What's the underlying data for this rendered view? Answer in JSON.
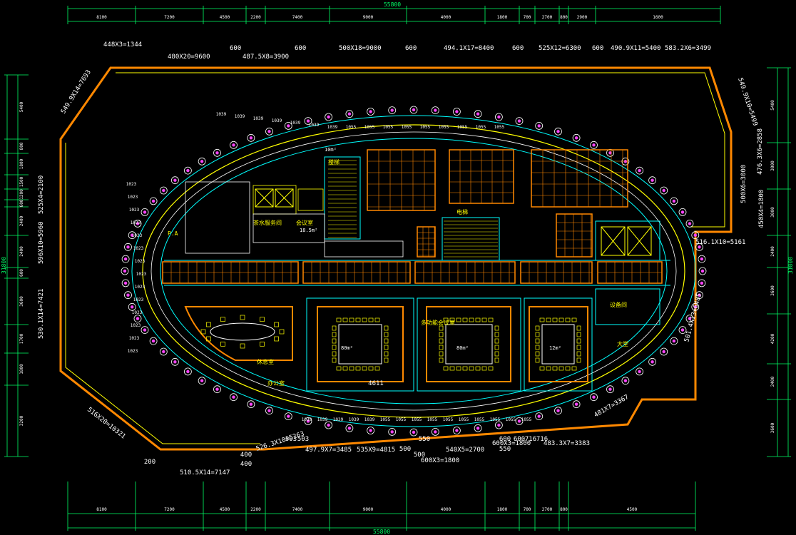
{
  "colors": {
    "background": "#000000",
    "dimension": "#00ff66",
    "wall_yellow": "#ffff00",
    "orange_grid": "#ff8800",
    "cyan": "#00ffff",
    "magenta": "#ff44ff",
    "white": "#ffffff"
  },
  "top_dims": {
    "total": "55800",
    "segments": [
      "8100",
      "7200",
      "4500",
      "2200",
      "7400",
      "9000",
      "4000",
      "1800",
      "700",
      "2700",
      "800",
      "2900",
      "1600"
    ]
  },
  "bottom_dims": {
    "total": "55800",
    "segments": [
      "8100",
      "7200",
      "4500",
      "2200",
      "7400",
      "9000",
      "4000",
      "1800",
      "700",
      "2700",
      "800",
      "4500"
    ]
  },
  "left_dims": {
    "total": "31800",
    "segments": [
      "5400",
      "800",
      "1800",
      "1500",
      "1200",
      "600",
      "2400",
      "2400",
      "600",
      "3600",
      "1700",
      "1800",
      "3200"
    ]
  },
  "right_dims": {
    "total": "31800",
    "segments": [
      "5400",
      "3000",
      "3000",
      "2400",
      "3600",
      "4200",
      "2400",
      "3600"
    ]
  },
  "perimeter_dims": {
    "top1": "448X3=1344",
    "top2": "480X20=9600",
    "top3": "600",
    "top4": "487.5X8=3900",
    "top5": "600",
    "top6": "500X18=9000",
    "top7": "600",
    "top8": "494.1X17=8400",
    "top9": "600",
    "top10": "525X12=6300",
    "top11": "600",
    "top12": "490.9X11=5400",
    "top13": "583.2X6=3499",
    "left1": "549.9X14=7693",
    "left2": "525X4=2100",
    "left3": "596X10=5960",
    "left4": "530.1X14=7421",
    "right1": "549.9X10=5499",
    "right2": "476.3X6=2858",
    "right3": "500X6=3000",
    "right4": "450X4=1800",
    "right5": "516.1X10=5161",
    "right6": "501.4X13=6485",
    "right7": "481X7=3367",
    "bottom1": "516X20=10321",
    "bottom2": "510.5X14=7147",
    "bottom3": "526.3X10=5263",
    "bottom4": "497.9X7=3485",
    "bottom5": "535X9=4815",
    "bottom6": "540X5=2700",
    "bottom7": "600X3=1800",
    "bottom8": "483.3X7=3383",
    "bottom9": "600X3=1800",
    "small": [
      "400",
      "400",
      "200",
      "503",
      "503",
      "500",
      "550",
      "500",
      "550",
      "600",
      "600",
      "716",
      "716",
      "4611"
    ]
  },
  "ring_labels": {
    "top": [
      "1039",
      "1039",
      "1039",
      "1039",
      "1039",
      "1039",
      "1039",
      "1055",
      "1055",
      "1055",
      "1055",
      "1055",
      "1055",
      "1055",
      "1055",
      "1055"
    ],
    "left": [
      "1023",
      "1023",
      "1023",
      "1023",
      "1023",
      "1023",
      "1023",
      "1023",
      "1023",
      "1023",
      "1023",
      "1023",
      "1023",
      "1023"
    ],
    "bottom": [
      "1039",
      "1039",
      "1039",
      "1039",
      "1039",
      "1055",
      "1055",
      "1055",
      "1055",
      "1055",
      "1055",
      "1055",
      "1055",
      "1055",
      "1055"
    ]
  },
  "rooms": {
    "multi_function": "多功能会议室",
    "rest_room": "休息室",
    "tea_room": "茶水服务间",
    "meeting_room": "会议室",
    "elevator": "电梯",
    "stairs": "楼梯",
    "equipment": "设备间",
    "office": "办公室",
    "hall": "大堂",
    "pa": "P.A"
  },
  "small_labels": {
    "area1": "10m²",
    "area2": "18.5m²",
    "area3": "80m²",
    "area4": "12m²"
  }
}
